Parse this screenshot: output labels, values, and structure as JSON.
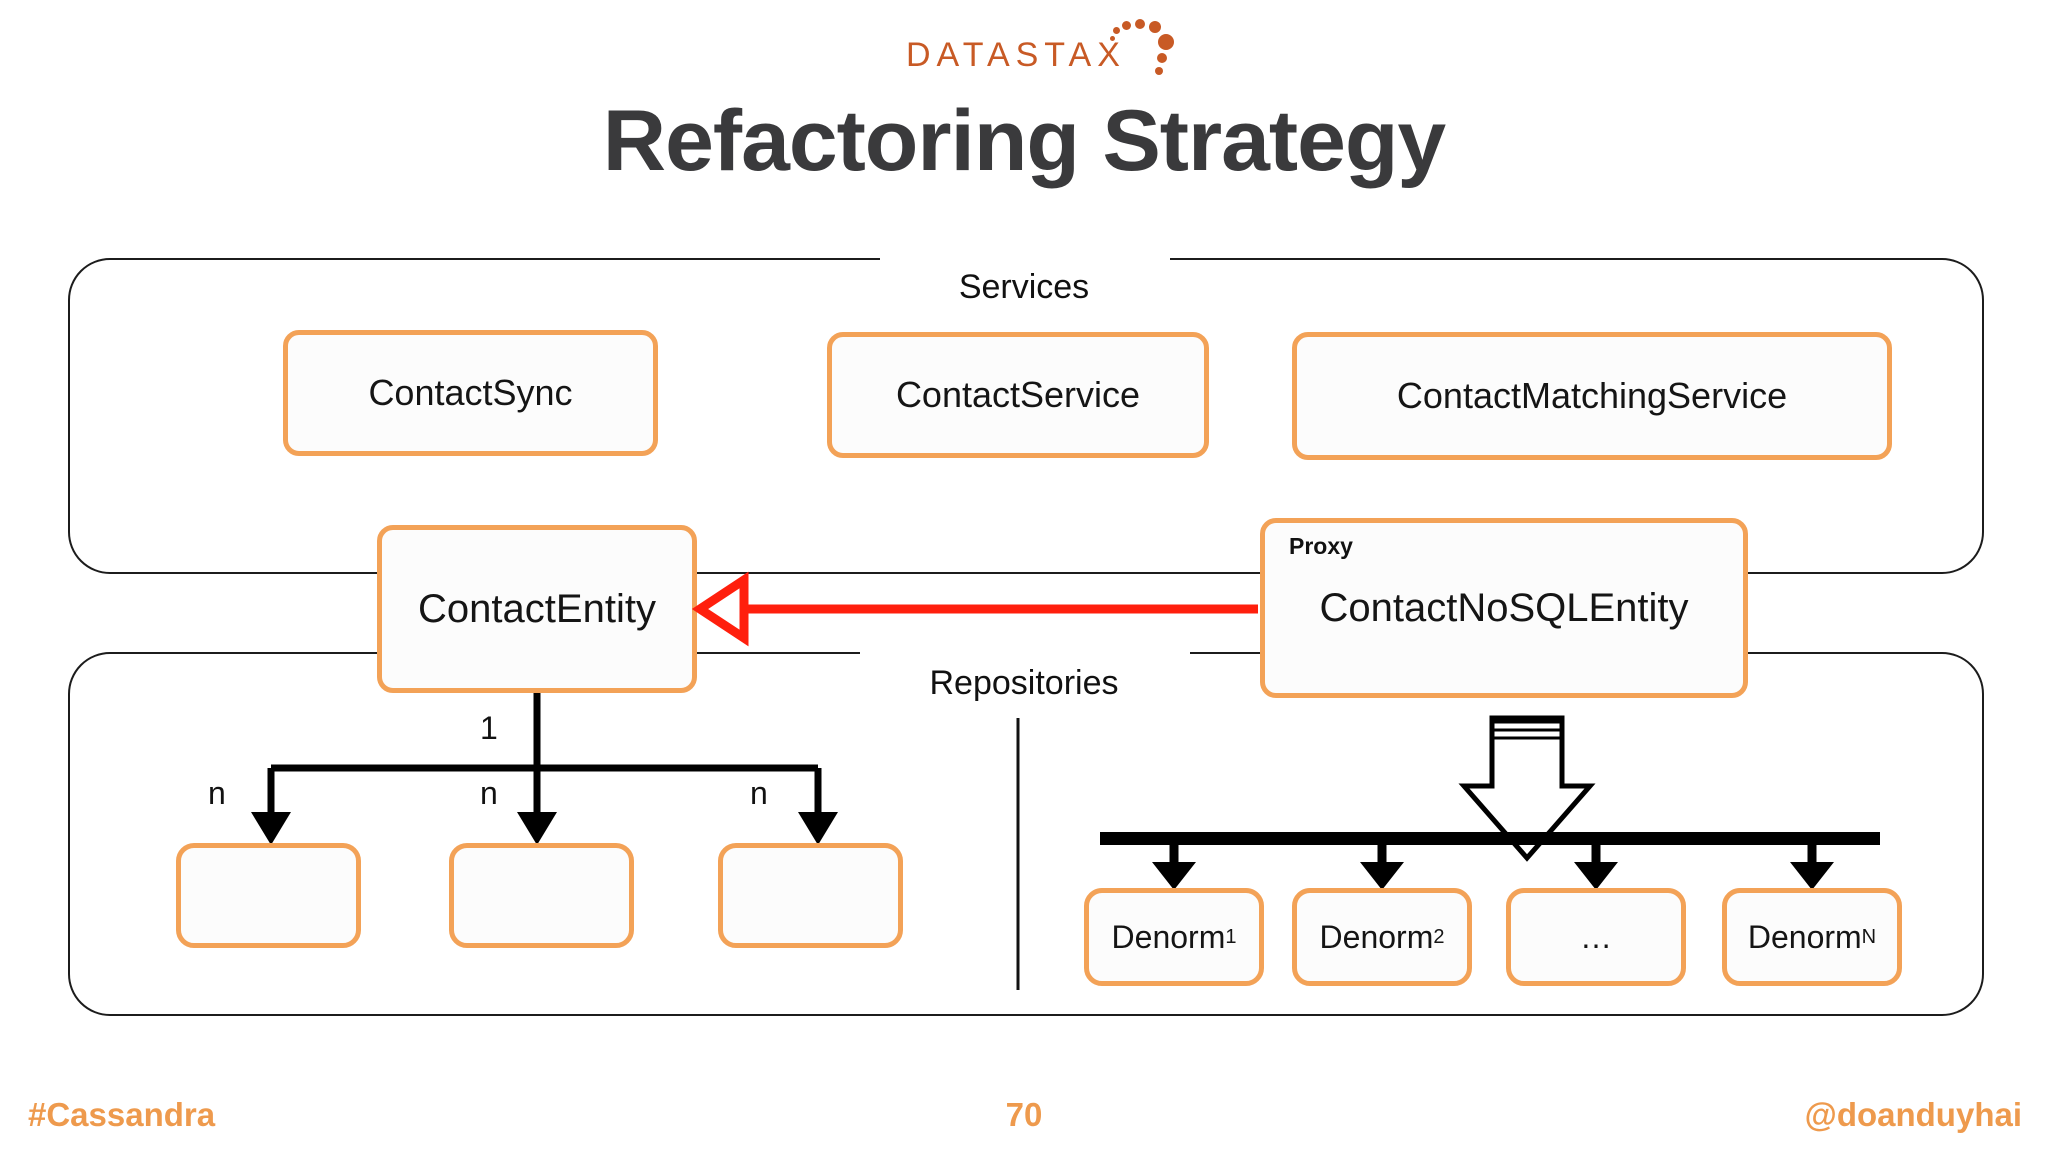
{
  "slide": {
    "title": "Refactoring Strategy",
    "brand": {
      "logo_text": "DATASTAX",
      "logo_color": "#C85A25"
    },
    "accent_color": "#F3A257",
    "arrow_color": "#FF1F0D",
    "line_color": "#000000"
  },
  "services": {
    "label": "Services",
    "boxes": [
      {
        "label": "ContactSync"
      },
      {
        "label": "ContactService"
      },
      {
        "label": "ContactMatchingService"
      }
    ]
  },
  "entities": {
    "left": {
      "label": "ContactEntity"
    },
    "right": {
      "stereotype": "Proxy",
      "label": "ContactNoSQLEntity"
    }
  },
  "repositories": {
    "label": "Repositories",
    "left_children": [
      {
        "label": ""
      },
      {
        "label": ""
      },
      {
        "label": ""
      }
    ],
    "multiplicity": {
      "parent": "1",
      "children": [
        "n",
        "n",
        "n"
      ]
    },
    "right_children": [
      {
        "label": "Denorm",
        "subscript": "1"
      },
      {
        "label": "Denorm",
        "subscript": "2"
      },
      {
        "label": "…",
        "subscript": ""
      },
      {
        "label": "Denorm",
        "subscript": "N"
      }
    ]
  },
  "footer": {
    "hashtag": "#Cassandra",
    "page": "70",
    "handle": "@doanduyhai"
  }
}
